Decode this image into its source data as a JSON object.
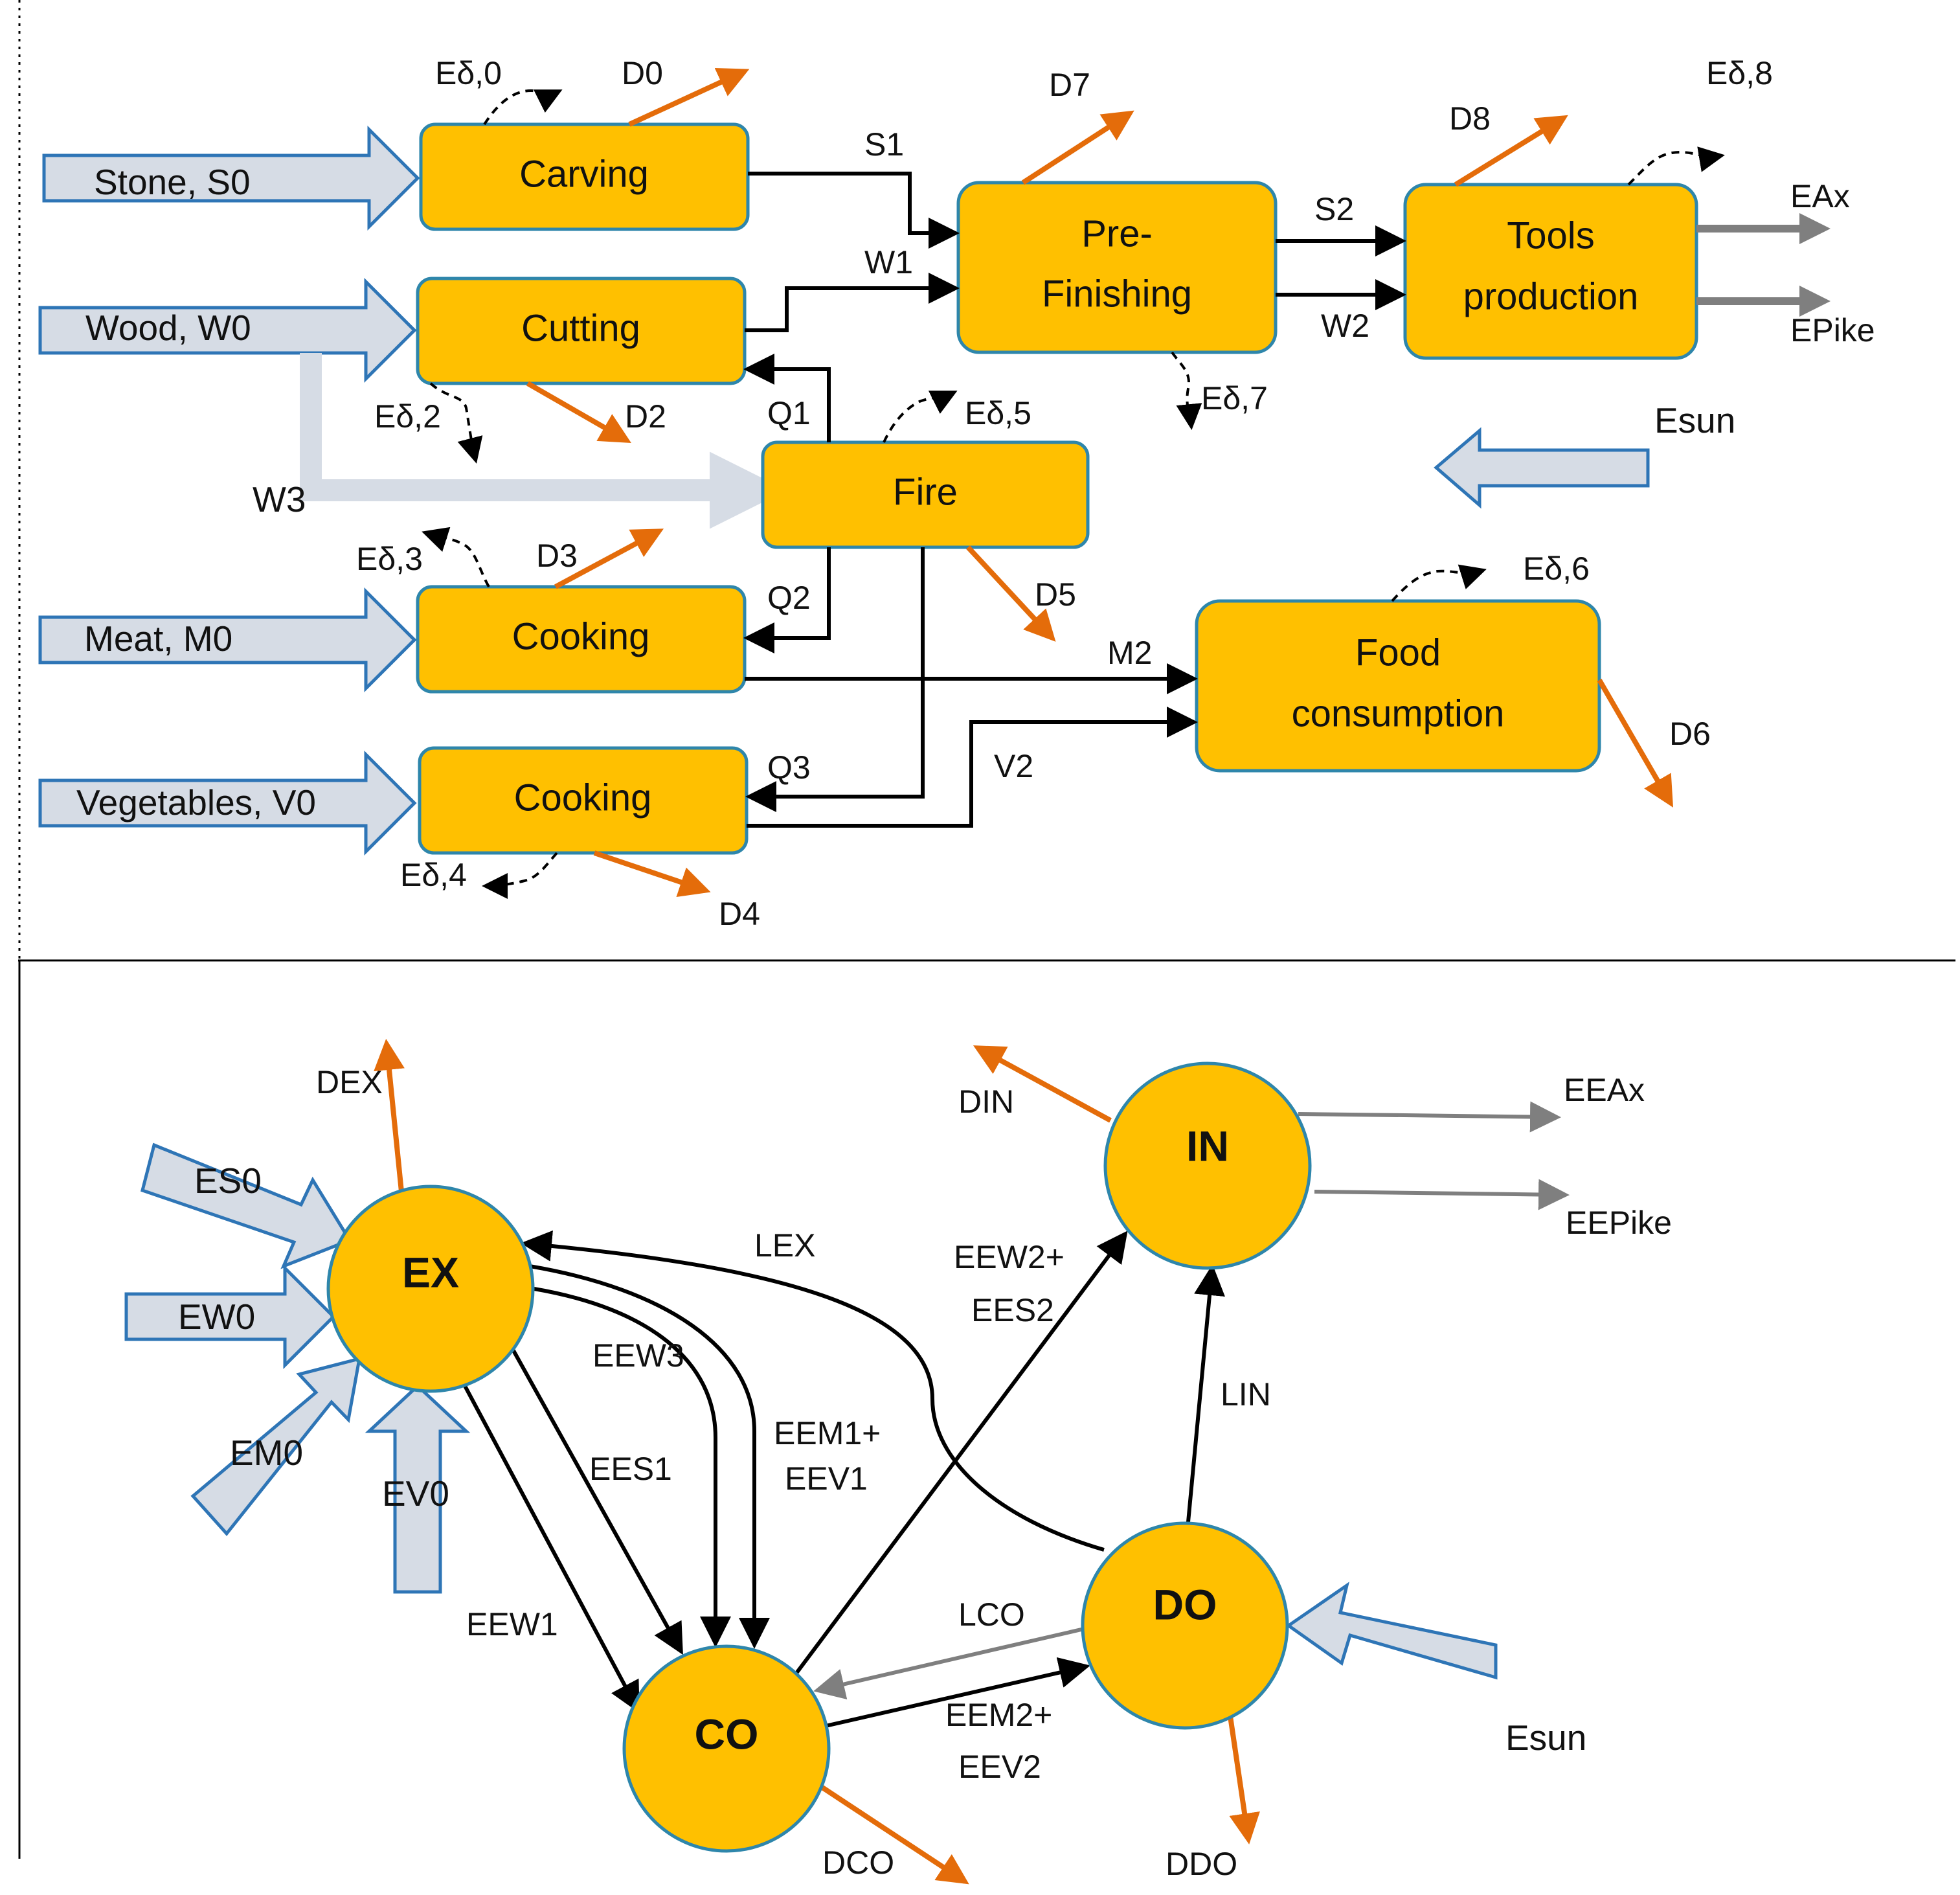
{
  "top": {
    "inputs": {
      "stone": "Stone, S0",
      "wood": "Wood, W0",
      "meat": "Meat, M0",
      "vegetables": "Vegetables, V0"
    },
    "processes": {
      "carving": "Carving",
      "cutting": "Cutting",
      "pre_finishing_1": "Pre-",
      "pre_finishing_2": "Finishing",
      "tools_1": "Tools",
      "tools_2": "production",
      "fire": "Fire",
      "cooking_meat": "Cooking",
      "cooking_veg": "Cooking",
      "food_1": "Food",
      "food_2": "consumption"
    },
    "flows": {
      "s1": "S1",
      "w1": "W1",
      "s2": "S2",
      "w2": "W2",
      "w3": "W3",
      "q1": "Q1",
      "q2": "Q2",
      "q3": "Q3",
      "m2": "M2",
      "v2": "V2",
      "e_ax": "EAx",
      "e_pike": "EPike",
      "e_sun": "Esun"
    },
    "losses": {
      "d0": "D0",
      "d2": "D2",
      "d3": "D3",
      "d4": "D4",
      "d5": "D5",
      "d6": "D6",
      "d7": "D7",
      "d8": "D8",
      "ed0": "Eδ,0",
      "ed2": "Eδ,2",
      "ed3": "Eδ,3",
      "ed4": "Eδ,4",
      "ed5": "Eδ,5",
      "ed6": "Eδ,6",
      "ed7": "Eδ,7",
      "ed8": "Eδ,8"
    }
  },
  "bottom": {
    "nodes": {
      "ex": "EX",
      "co": "CO",
      "in": "IN",
      "do": "DO"
    },
    "inputs": {
      "es0": "ES0",
      "ew0": "EW0",
      "em0": "EM0",
      "ev0": "EV0",
      "esun": "Esun"
    },
    "flows": {
      "lex": "LEX",
      "eew3": "EEW3",
      "ees1": "EES1",
      "eem1_1": "EEM1+",
      "eem1_2": "EEV1",
      "eew1": "EEW1",
      "eew2_1": "EEW2+",
      "eew2_2": "EES2",
      "lin": "LIN",
      "lco": "LCO",
      "eem2_1": "EEM2+",
      "eem2_2": "EEV2",
      "eeax": "EEAx",
      "eepike": "EEPike"
    },
    "losses": {
      "dex": "DEX",
      "din": "DIN",
      "dco": "DCO",
      "ddo": "DDO"
    }
  }
}
